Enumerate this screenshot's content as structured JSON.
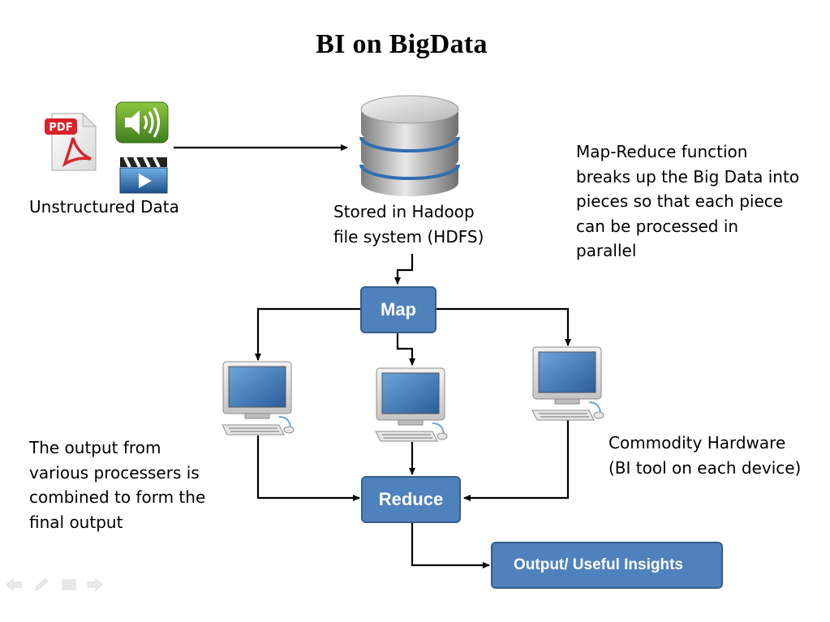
{
  "slide": {
    "title": "BI on BigData",
    "labels": {
      "unstructured": "Unstructured Data",
      "hdfs": "Stored in Hadoop\nfile system (HDFS)",
      "mapreduce_note": "Map-Reduce function\nbreaks up the Big Data into\npieces so that each piece\ncan be processed in\nparallel",
      "output_note": "The output from\nvarious processers is\ncombined to form the\nfinal output",
      "hardware_note": "Commodity Hardware\n(BI tool on each device)"
    },
    "pdf_icon_text": "PDF",
    "boxes": {
      "map": "Map",
      "reduce": "Reduce",
      "output": "Output/ Useful Insights"
    }
  },
  "colors": {
    "box_fill": "#4f81bd",
    "box_border": "#385d8a",
    "arrow": "#000000",
    "screen": "#3b6ea8"
  },
  "icons": [
    "pdf-file-icon",
    "audio-file-icon",
    "video-file-icon",
    "database-icon",
    "computer-icon",
    "nav-back-icon",
    "nav-pen-icon",
    "nav-menu-icon",
    "nav-forward-icon"
  ]
}
